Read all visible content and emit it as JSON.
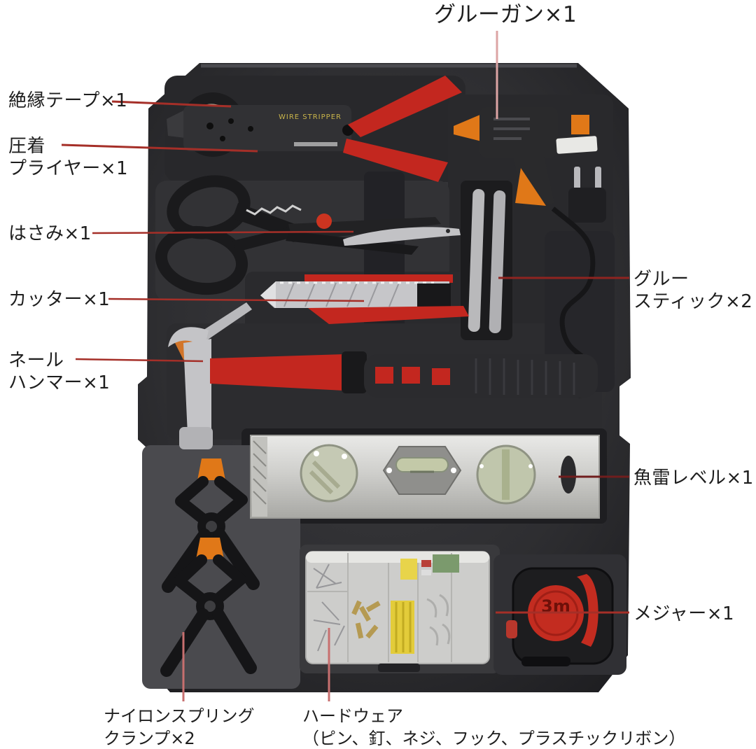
{
  "scene": {
    "description_colors": {
      "background": "#ffffff",
      "tray": "#2f2f32",
      "accent_red": "#c3271f",
      "accent_orange": "#e07818",
      "callout_line_red": "#a52f28",
      "callout_line_pink": "#d9a0a0"
    }
  },
  "callouts": {
    "glue_gun": "グルーガン×1",
    "insulation_tape": "絶縁テープ×1",
    "crimping_pliers_line1": "圧着",
    "crimping_pliers_line2": "プライヤー×1",
    "scissors": "はさみ×1",
    "cutter": "カッター×1",
    "nail_hammer_line1": "ネール",
    "nail_hammer_line2": "ハンマー×1",
    "glue_sticks_line1": "グルー",
    "glue_sticks_line2": "スティック×2",
    "torpedo_level": "魚雷レベル×1",
    "tape_measure": "メジャー×1",
    "spring_clamp_line1": "ナイロンスプリング",
    "spring_clamp_line2": "クランプ×2",
    "hardware_line1": "ハードウェア",
    "hardware_line2": "（ピン、釘、ネジ、フック、プラスチックリボン）"
  },
  "markings": {
    "wire_stripper": "WIRE STRIPPER",
    "tape_measure_size": "3m"
  }
}
